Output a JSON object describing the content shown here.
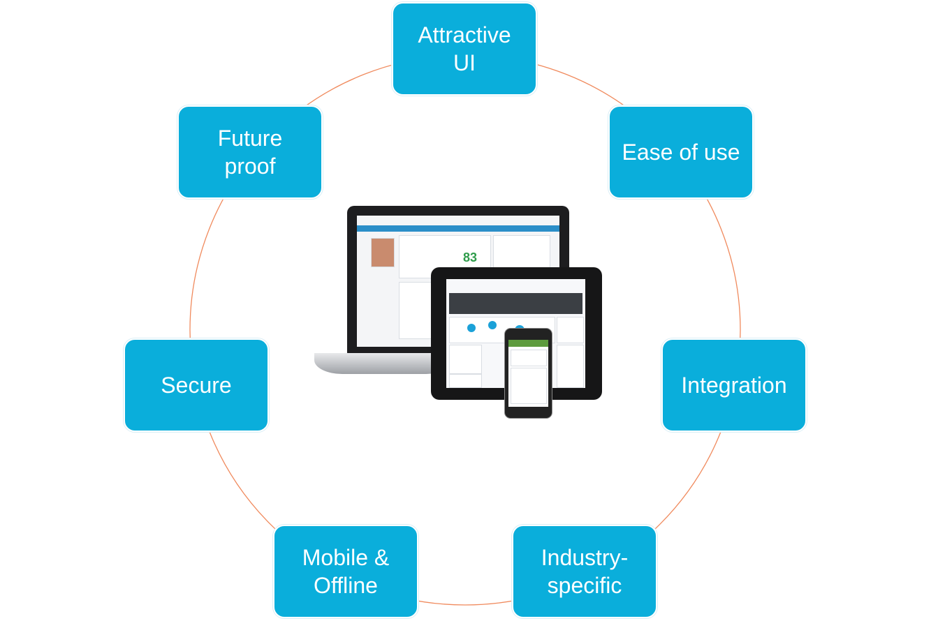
{
  "nodes": [
    {
      "id": "attractive",
      "label": "Attractive\nUI"
    },
    {
      "id": "ease",
      "label": "Ease of use"
    },
    {
      "id": "integration",
      "label": "Integration"
    },
    {
      "id": "industry",
      "label": "Industry-\nspecific"
    },
    {
      "id": "mobile",
      "label": "Mobile &\nOffline"
    },
    {
      "id": "secure",
      "label": "Secure"
    },
    {
      "id": "future",
      "label": "Future\nproof"
    }
  ],
  "colors": {
    "node_fill": "#0aaedb",
    "ring": "#f08a5d",
    "text": "#ffffff"
  },
  "devices": {
    "laptop_score": "83"
  }
}
